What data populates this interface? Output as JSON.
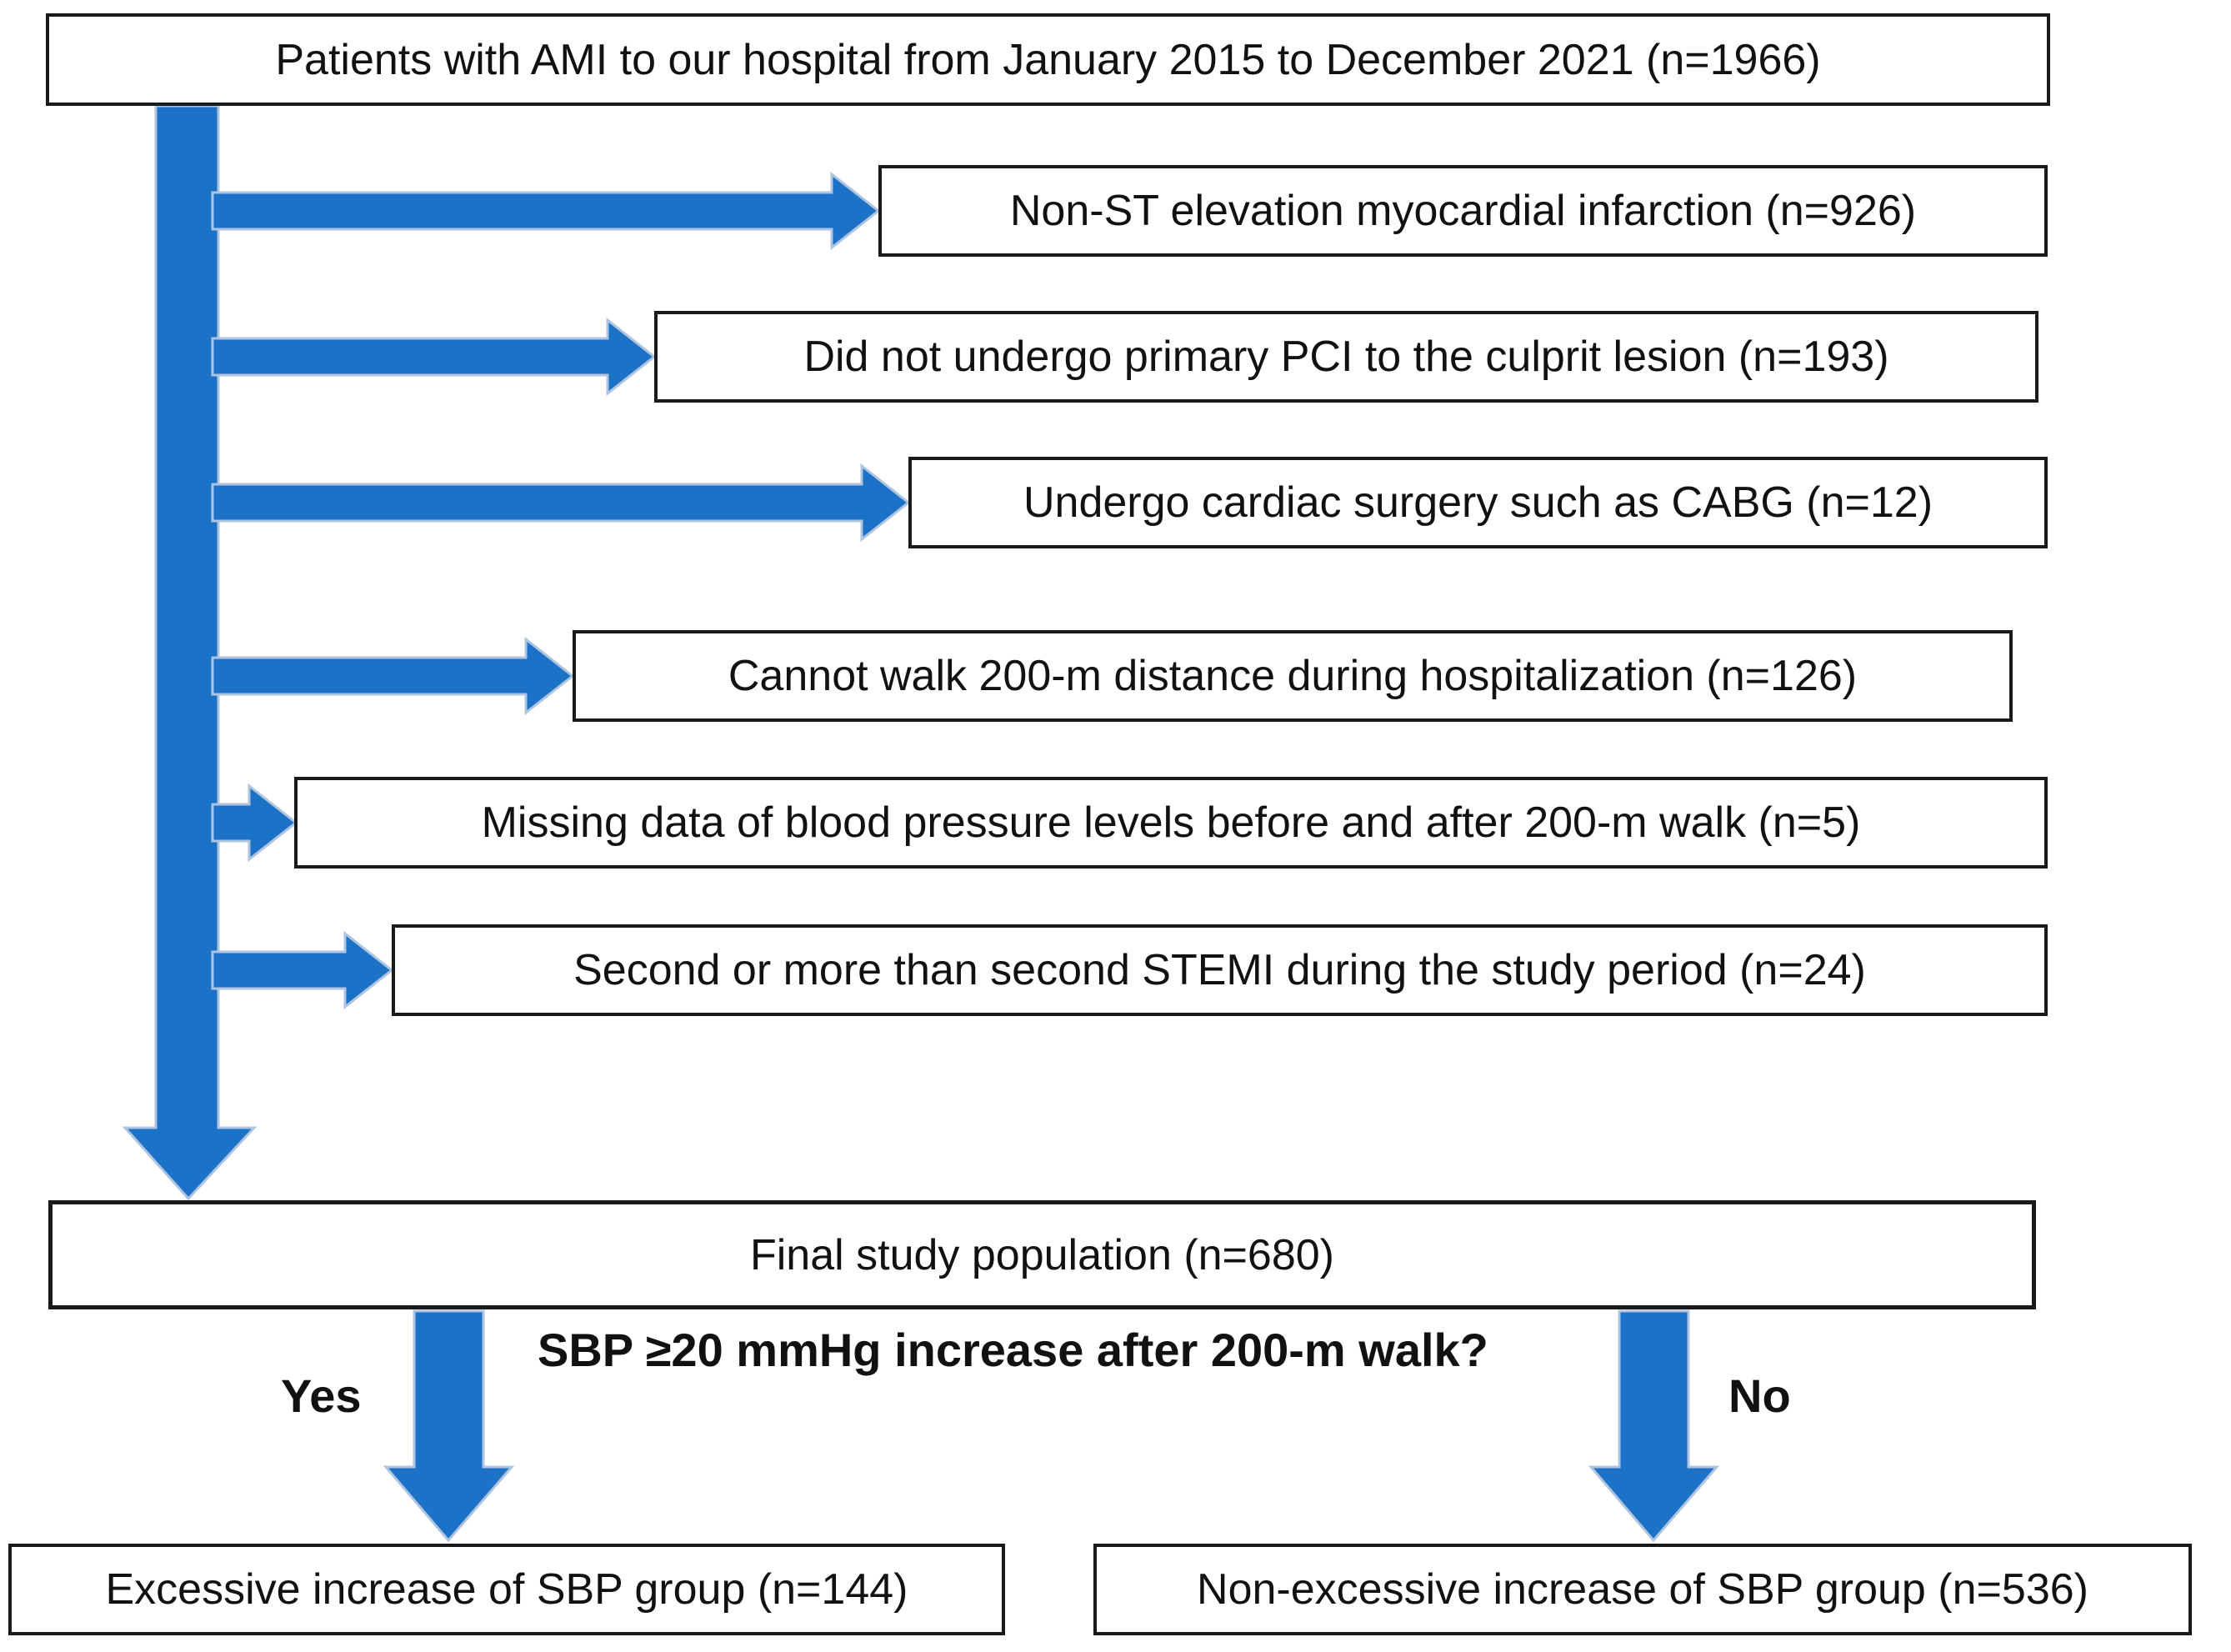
{
  "flowchart": {
    "population_box": "Patients with AMI to our hospital from January 2015 to December 2021 (n=1966)",
    "exclusions": [
      {
        "label": "Non-ST elevation myocardial infarction (n=926)"
      },
      {
        "label": "Did not undergo primary PCI to the culprit lesion (n=193)"
      },
      {
        "label": "Undergo cardiac surgery such as CABG (n=12)"
      },
      {
        "label": "Cannot walk 200-m distance during hospitalization (n=126)"
      },
      {
        "label": "Missing data of blood pressure levels before and after 200-m walk (n=5)"
      },
      {
        "label": "Second or more than second STEMI during the study period (n=24)"
      }
    ],
    "final_box": "Final study population (n=680)",
    "question": "SBP ≥20 mmHg increase after 200-m walk?",
    "branch_yes": "Yes",
    "branch_no": "No",
    "outcome_yes": "Excessive increase of SBP group (n=144)",
    "outcome_no": "Non-excessive increase of SBP group (n=536)",
    "colors": {
      "arrow_fill": "#1B72C7",
      "arrow_outline": "#AEC4E0",
      "box_border": "#1a1a1a"
    }
  }
}
